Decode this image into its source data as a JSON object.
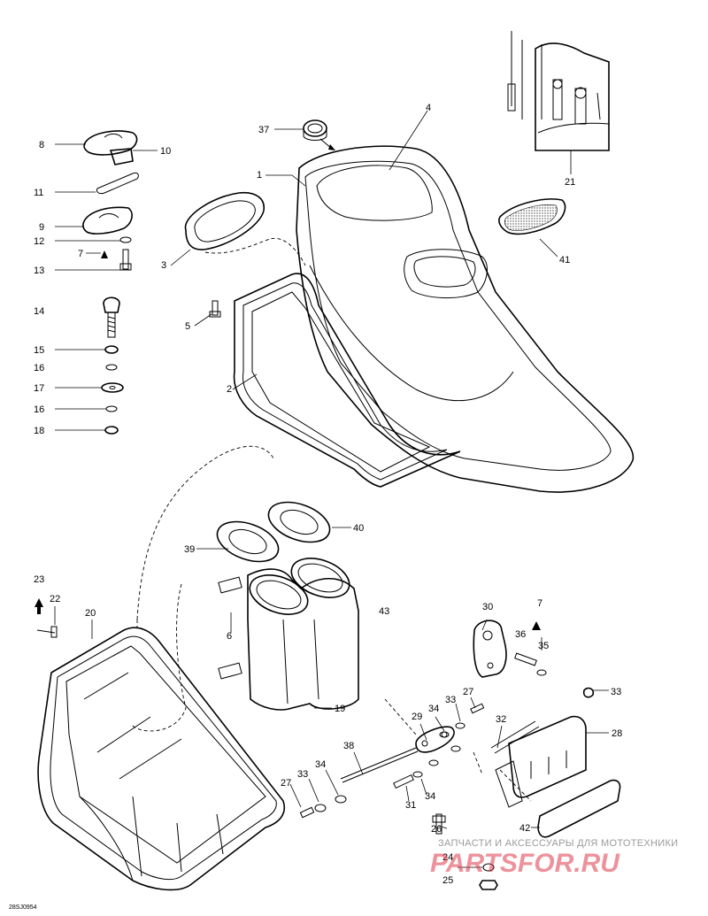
{
  "callouts": {
    "c1": "1",
    "c2": "2",
    "c3": "3",
    "c4": "4",
    "c5": "5",
    "c6": "6",
    "c7a": "7",
    "c7b": "7",
    "c8": "8",
    "c9": "9",
    "c10": "10",
    "c11": "11",
    "c12": "12",
    "c13": "13",
    "c14": "14",
    "c15": "15",
    "c16a": "16",
    "c16b": "16",
    "c17": "17",
    "c18": "18",
    "c19": "19",
    "c20": "20",
    "c21": "21",
    "c22": "22",
    "c23": "23",
    "c24": "24",
    "c25": "25",
    "c26": "26",
    "c27a": "27",
    "c27b": "27",
    "c28": "28",
    "c29": "29",
    "c30": "30",
    "c31": "31",
    "c32": "32",
    "c33a": "33",
    "c33b": "33",
    "c33c": "33",
    "c34a": "34",
    "c34b": "34",
    "c34c": "34",
    "c35": "35",
    "c36": "36",
    "c37": "37",
    "c38": "38",
    "c39": "39",
    "c40": "40",
    "c41": "41",
    "c42": "42",
    "c43": "43"
  },
  "drawing_code": "28SJ0954",
  "watermark": {
    "caption": "ЗАПЧАСТИ И АКСЕССУАРЫ ДЛЯ МОТОТЕХНИКИ",
    "brand": "PARTSFOR.RU"
  }
}
